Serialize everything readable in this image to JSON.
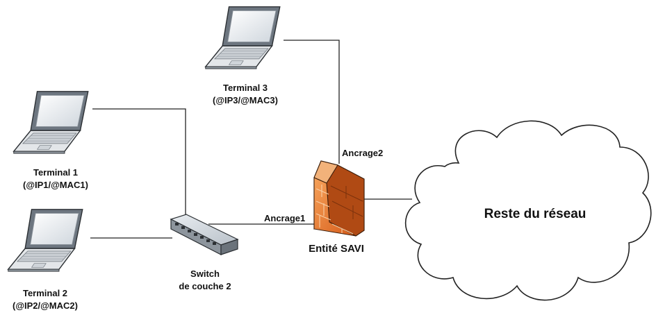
{
  "nodes": {
    "terminal1": {
      "name": "Terminal 1",
      "address": "(@IP1/@MAC1)"
    },
    "terminal2": {
      "name": "Terminal 2",
      "address": "(@IP2/@MAC2)"
    },
    "terminal3": {
      "name": "Terminal 3",
      "address": "(@IP3/@MAC3)"
    },
    "switch": {
      "line1": "Switch",
      "line2": "de couche 2"
    },
    "savi": {
      "name": "Entité SAVI"
    },
    "cloud": {
      "name": "Reste du réseau"
    }
  },
  "links": {
    "anchor1": "Ancrage1",
    "anchor2": "Ancrage2"
  },
  "colors": {
    "firewall_orange": "#e8732a",
    "line": "#222222"
  }
}
